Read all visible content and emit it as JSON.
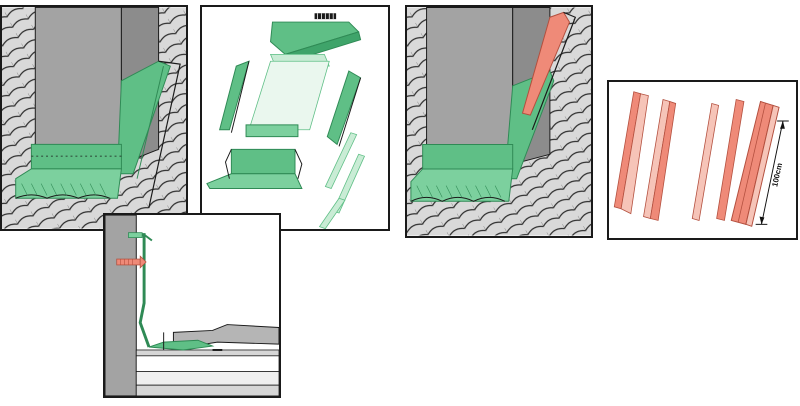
{
  "colors": {
    "flashing_green": "#5fbf86",
    "flashing_green_dark": "#2f8a55",
    "flashing_green_light": "#b8e3c6",
    "copper": "#ef8a78",
    "copper_light": "#f6c4b8",
    "chimney_gray": "#a3a3a3",
    "chimney_dark": "#7d7d7d",
    "tile_gray": "#d6d6d6",
    "outline": "#1a1a1a"
  },
  "icons": {
    "panel_1": "chimney-flashing-installed",
    "panel_2": "flashing-kit-exploded",
    "panel_3": "chimney-side-flashing-copper",
    "panel_4": "copper-flashing-strips",
    "panel_5": "flashing-cross-section"
  },
  "dimension": {
    "label": "100cm"
  }
}
